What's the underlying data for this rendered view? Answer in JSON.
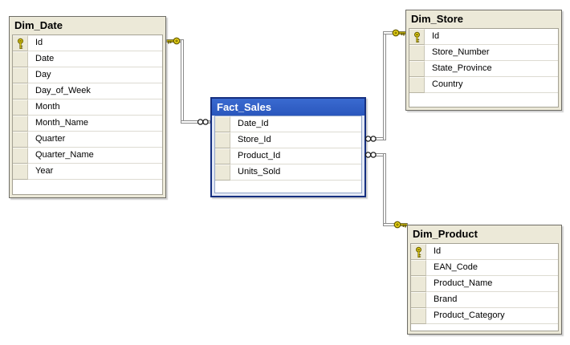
{
  "tables": [
    {
      "name": "Dim_Date",
      "selected": false,
      "columns": [
        {
          "name": "Id",
          "pk": true
        },
        {
          "name": "Date",
          "pk": false
        },
        {
          "name": "Day",
          "pk": false
        },
        {
          "name": "Day_of_Week",
          "pk": false
        },
        {
          "name": "Month",
          "pk": false
        },
        {
          "name": "Month_Name",
          "pk": false
        },
        {
          "name": "Quarter",
          "pk": false
        },
        {
          "name": "Quarter_Name",
          "pk": false
        },
        {
          "name": "Year",
          "pk": false
        }
      ]
    },
    {
      "name": "Fact_Sales",
      "selected": true,
      "columns": [
        {
          "name": "Date_Id",
          "pk": false
        },
        {
          "name": "Store_Id",
          "pk": false
        },
        {
          "name": "Product_Id",
          "pk": false
        },
        {
          "name": "Units_Sold",
          "pk": false
        }
      ]
    },
    {
      "name": "Dim_Store",
      "selected": false,
      "columns": [
        {
          "name": "Id",
          "pk": true
        },
        {
          "name": "Store_Number",
          "pk": false
        },
        {
          "name": "State_Province",
          "pk": false
        },
        {
          "name": "Country",
          "pk": false
        }
      ]
    },
    {
      "name": "Dim_Product",
      "selected": false,
      "columns": [
        {
          "name": "Id",
          "pk": true
        },
        {
          "name": "EAN_Code",
          "pk": false
        },
        {
          "name": "Product_Name",
          "pk": false
        },
        {
          "name": "Brand",
          "pk": false
        },
        {
          "name": "Product_Category",
          "pk": false
        }
      ]
    }
  ],
  "relations": [
    {
      "pk_table": "Dim_Date",
      "pk_column": "Id",
      "pk_end_symbol": "key",
      "fk_table": "Fact_Sales",
      "fk_column": "Date_Id",
      "fk_end_symbol": "infinity"
    },
    {
      "pk_table": "Dim_Store",
      "pk_column": "Id",
      "pk_end_symbol": "key",
      "fk_table": "Fact_Sales",
      "fk_column": "Store_Id",
      "fk_end_symbol": "infinity"
    },
    {
      "pk_table": "Dim_Product",
      "pk_column": "Id",
      "pk_end_symbol": "key",
      "fk_table": "Fact_Sales",
      "fk_column": "Product_Id",
      "fk_end_symbol": "infinity"
    }
  ],
  "colors": {
    "table_panel": "#ECE9D8",
    "selected_header_top": "#3A6AD0",
    "selected_header_bottom": "#2A57BD",
    "selected_border": "#152F80",
    "row_background": "#FFFFFF",
    "key_icon_yellow": "#FFE81A",
    "connector_gray": "#8A8A8A"
  }
}
